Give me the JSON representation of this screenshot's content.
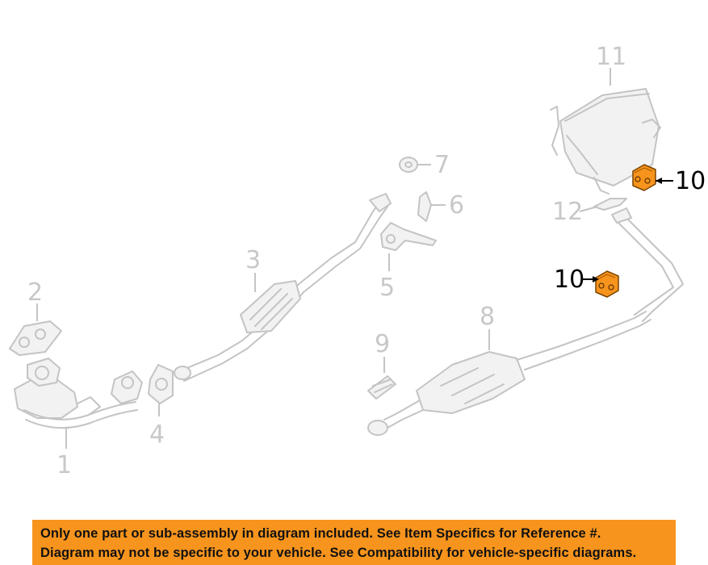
{
  "diagram": {
    "callouts": {
      "c1": "1",
      "c2": "2",
      "c3": "3",
      "c4": "4",
      "c5": "5",
      "c6": "6",
      "c7": "7",
      "c8": "8",
      "c9": "9",
      "c10a": "10",
      "c10b": "10",
      "c11": "11",
      "c12": "12"
    },
    "highlight_color": "#f7941d",
    "ghost_color": "#c4c4c4"
  },
  "banner": {
    "line1": "Only one part or sub-assembly in diagram included. See Item Specifics for Reference #.",
    "line2": "Diagram may not be specific to your vehicle. See Compatibility for vehicle-specific diagrams.",
    "background": "#f7941d"
  }
}
